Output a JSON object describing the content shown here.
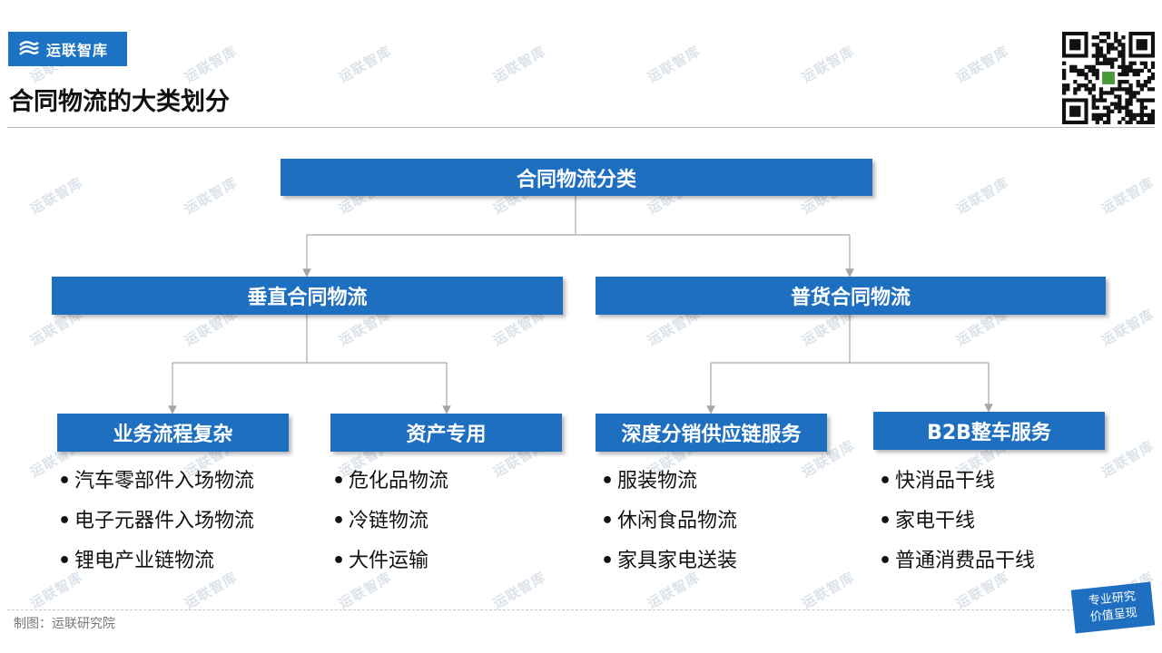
{
  "brand": {
    "name": "运联智库"
  },
  "page_title": "合同物流的大类划分",
  "diagram": {
    "root": "合同物流分类",
    "categories": [
      {
        "label": "垂直合同物流"
      },
      {
        "label": "普货合同物流"
      }
    ],
    "subcategories": [
      {
        "label": "业务流程复杂",
        "items": [
          "汽车零部件入场物流",
          "电子元器件入场物流",
          "锂电产业链物流"
        ]
      },
      {
        "label": "资产专用",
        "items": [
          "危化品物流",
          "冷链物流",
          "大件运输"
        ]
      },
      {
        "label": "深度分销供应链服务",
        "items": [
          "服装物流",
          "休闲食品物流",
          "家具家电送装"
        ]
      },
      {
        "label": "B2B整车服务",
        "items": [
          "快消品干线",
          "家电干线",
          "普通消费品干线"
        ]
      }
    ],
    "bullet": "•"
  },
  "footer": {
    "source": "制图：运联研究院",
    "badge_line1": "专业研究",
    "badge_line2": "价值呈现"
  },
  "colors": {
    "box_fill": "#1f6fc1",
    "box_text": "#ffffff",
    "connector": "#a6a6a6",
    "watermark": "#dde3ea"
  },
  "icons": {
    "logo": "yunlian-logo-icon",
    "qr": "qr-code-icon"
  }
}
